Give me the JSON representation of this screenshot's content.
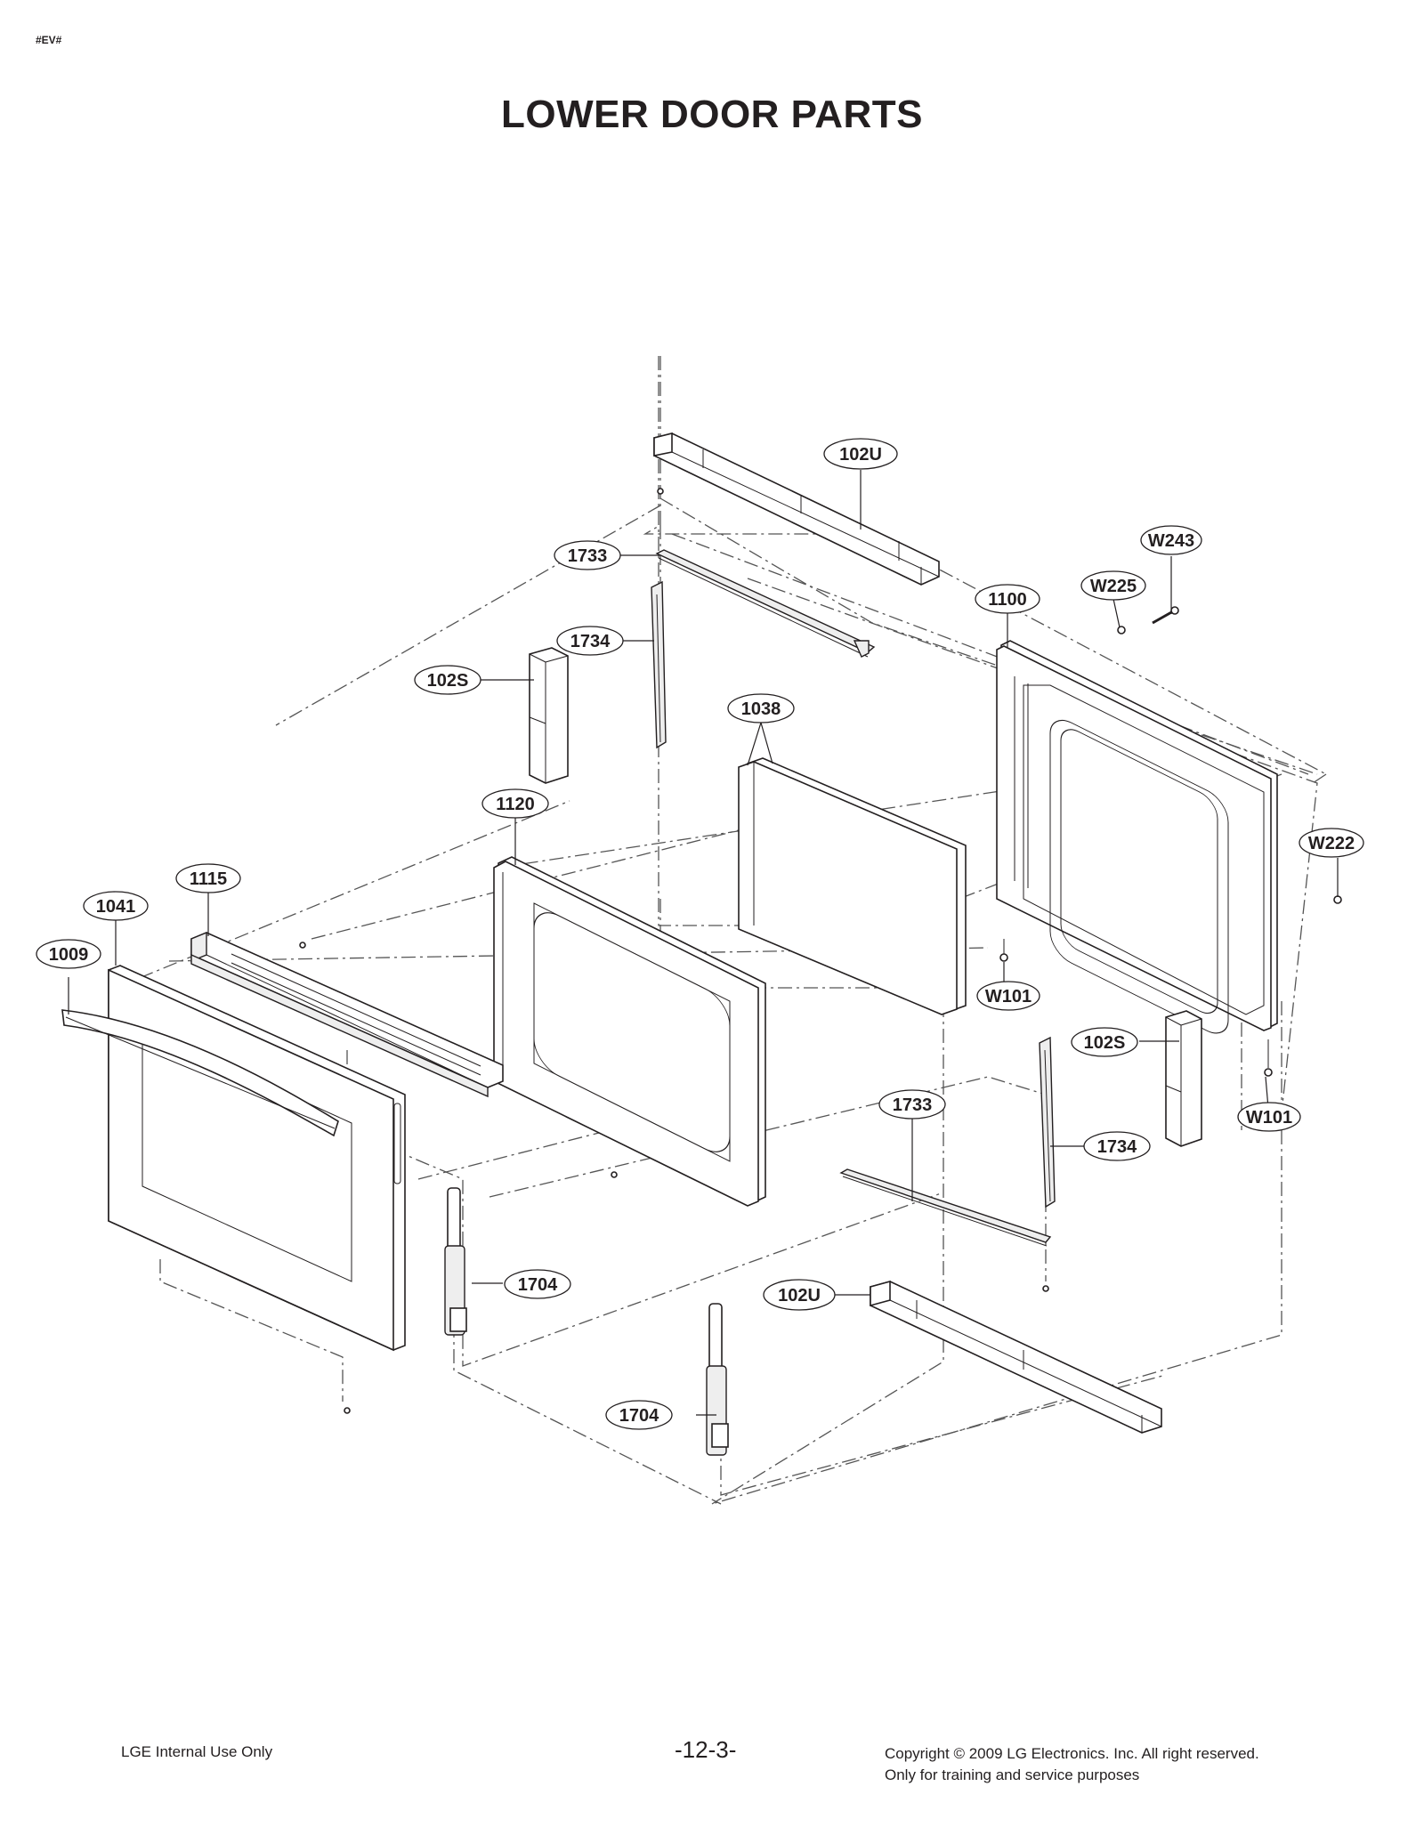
{
  "header": {
    "tag": "#EV#",
    "title": "LOWER DOOR PARTS"
  },
  "callouts": [
    {
      "id": "102U"
    },
    {
      "id": "W243"
    },
    {
      "id": "1733"
    },
    {
      "id": "W225"
    },
    {
      "id": "1100"
    },
    {
      "id": "1734"
    },
    {
      "id": "102S"
    },
    {
      "id": "1038"
    },
    {
      "id": "1120"
    },
    {
      "id": "W222"
    },
    {
      "id": "1115"
    },
    {
      "id": "1041"
    },
    {
      "id": "1009"
    },
    {
      "id": "W101"
    },
    {
      "id": "102S"
    },
    {
      "id": "1733"
    },
    {
      "id": "W101"
    },
    {
      "id": "1734"
    },
    {
      "id": "1704"
    },
    {
      "id": "102U"
    },
    {
      "id": "1704"
    }
  ],
  "footer": {
    "left": "LGE Internal Use Only",
    "page": "-12-3-",
    "copyright": "Copyright © 2009 LG Electronics. Inc. All right reserved.",
    "purpose": "Only for training and service purposes"
  }
}
